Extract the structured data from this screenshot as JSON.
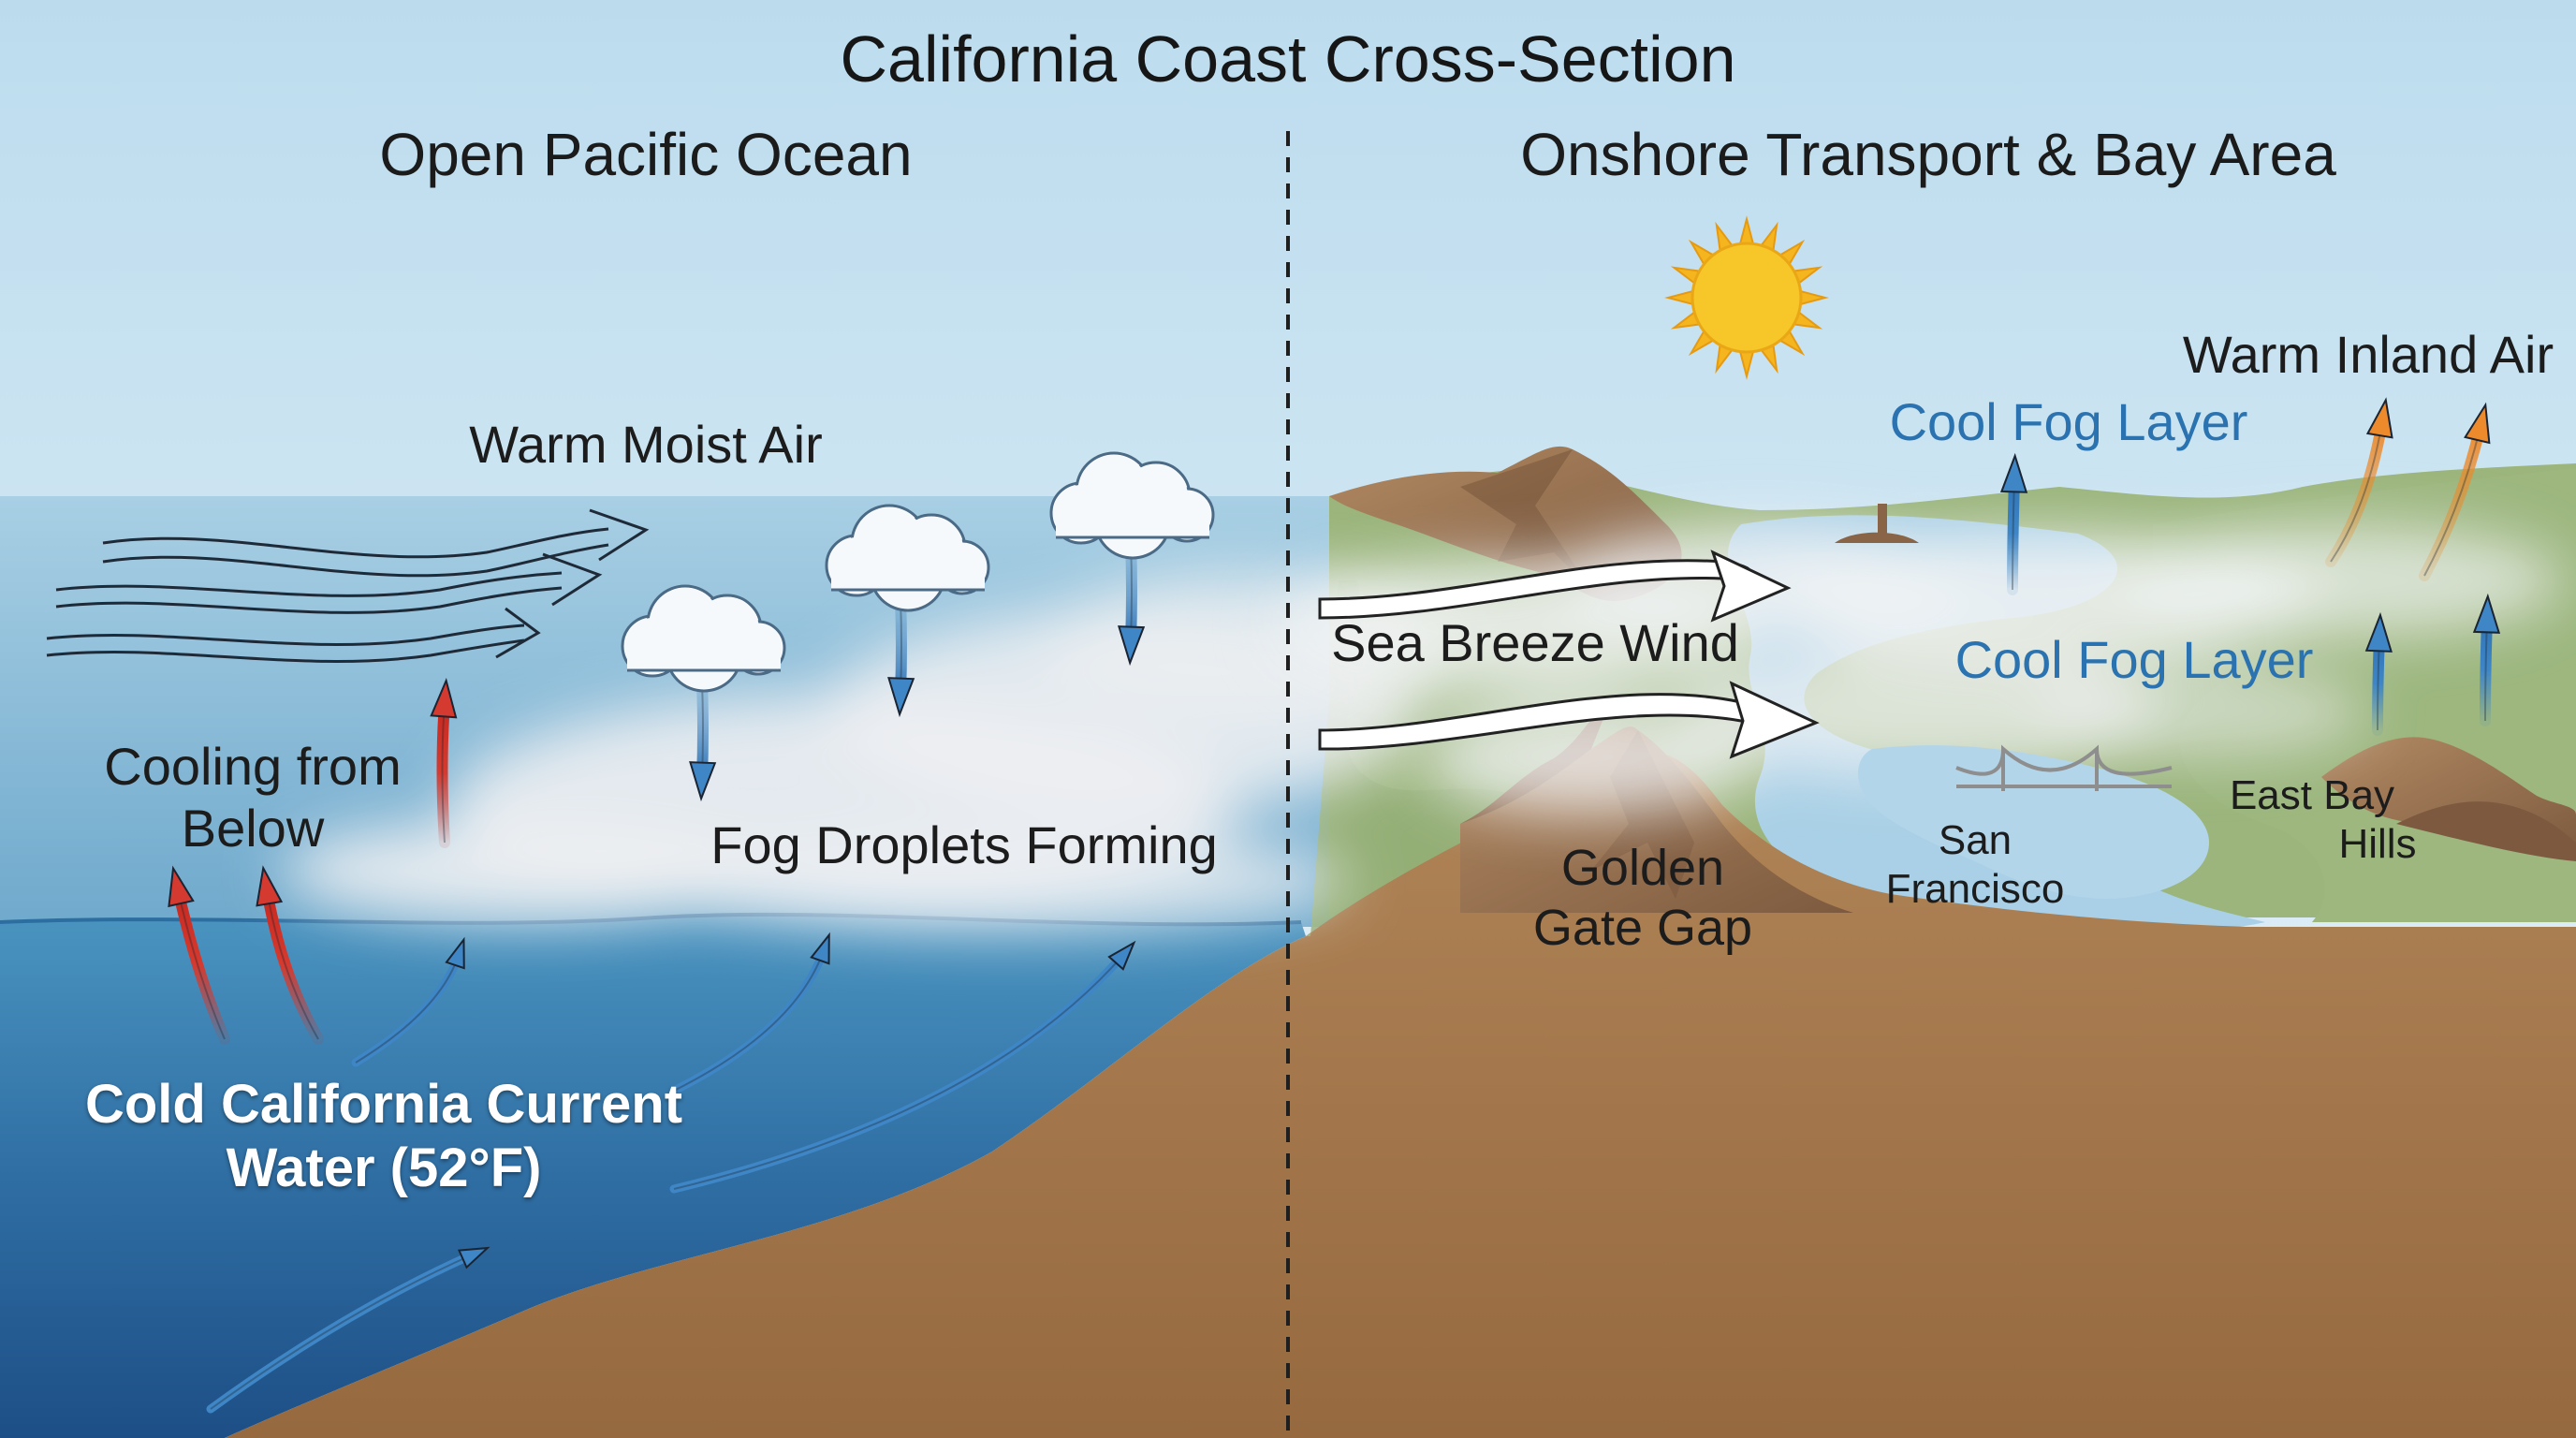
{
  "title": "California Coast Cross-Section",
  "panels": {
    "left_heading": "Open Pacific Ocean",
    "right_heading": "Onshore Transport & Bay Area"
  },
  "labels": {
    "warm_moist_air": "Warm Moist Air",
    "cooling_from_below_line1": "Cooling from",
    "cooling_from_below_line2": "Below",
    "fog_droplets_forming": "Fog Droplets Forming",
    "cold_current_line1": "Cold California Current",
    "cold_current_line2": "Water (52°F)",
    "sea_breeze_wind": "Sea Breeze Wind",
    "golden_gate_line1": "Golden",
    "golden_gate_line2": "Gate Gap",
    "cool_fog_layer_upper": "Cool Fog Layer",
    "cool_fog_layer_lower": "Cool Fog Layer",
    "warm_inland_air": "Warm Inland Air",
    "san_francisco_line1": "San",
    "san_francisco_line2": "Francisco",
    "east_bay_hills_line1": "East Bay",
    "east_bay_hills_line2": "Hills"
  },
  "colors": {
    "sky_top": "#bcdcee",
    "ocean_surface": "#4a94c0",
    "ocean_deep": "#1d4f86",
    "land_brown": "#a87b51",
    "land_green": "#93ae75",
    "fog": "#eef0f2",
    "warm_arrow": "#d43a2f",
    "cool_arrow": "#3f86c6",
    "inland_arrow": "#ec8a2c",
    "label_blue": "#2a73b0",
    "sun": "#f7c628"
  }
}
